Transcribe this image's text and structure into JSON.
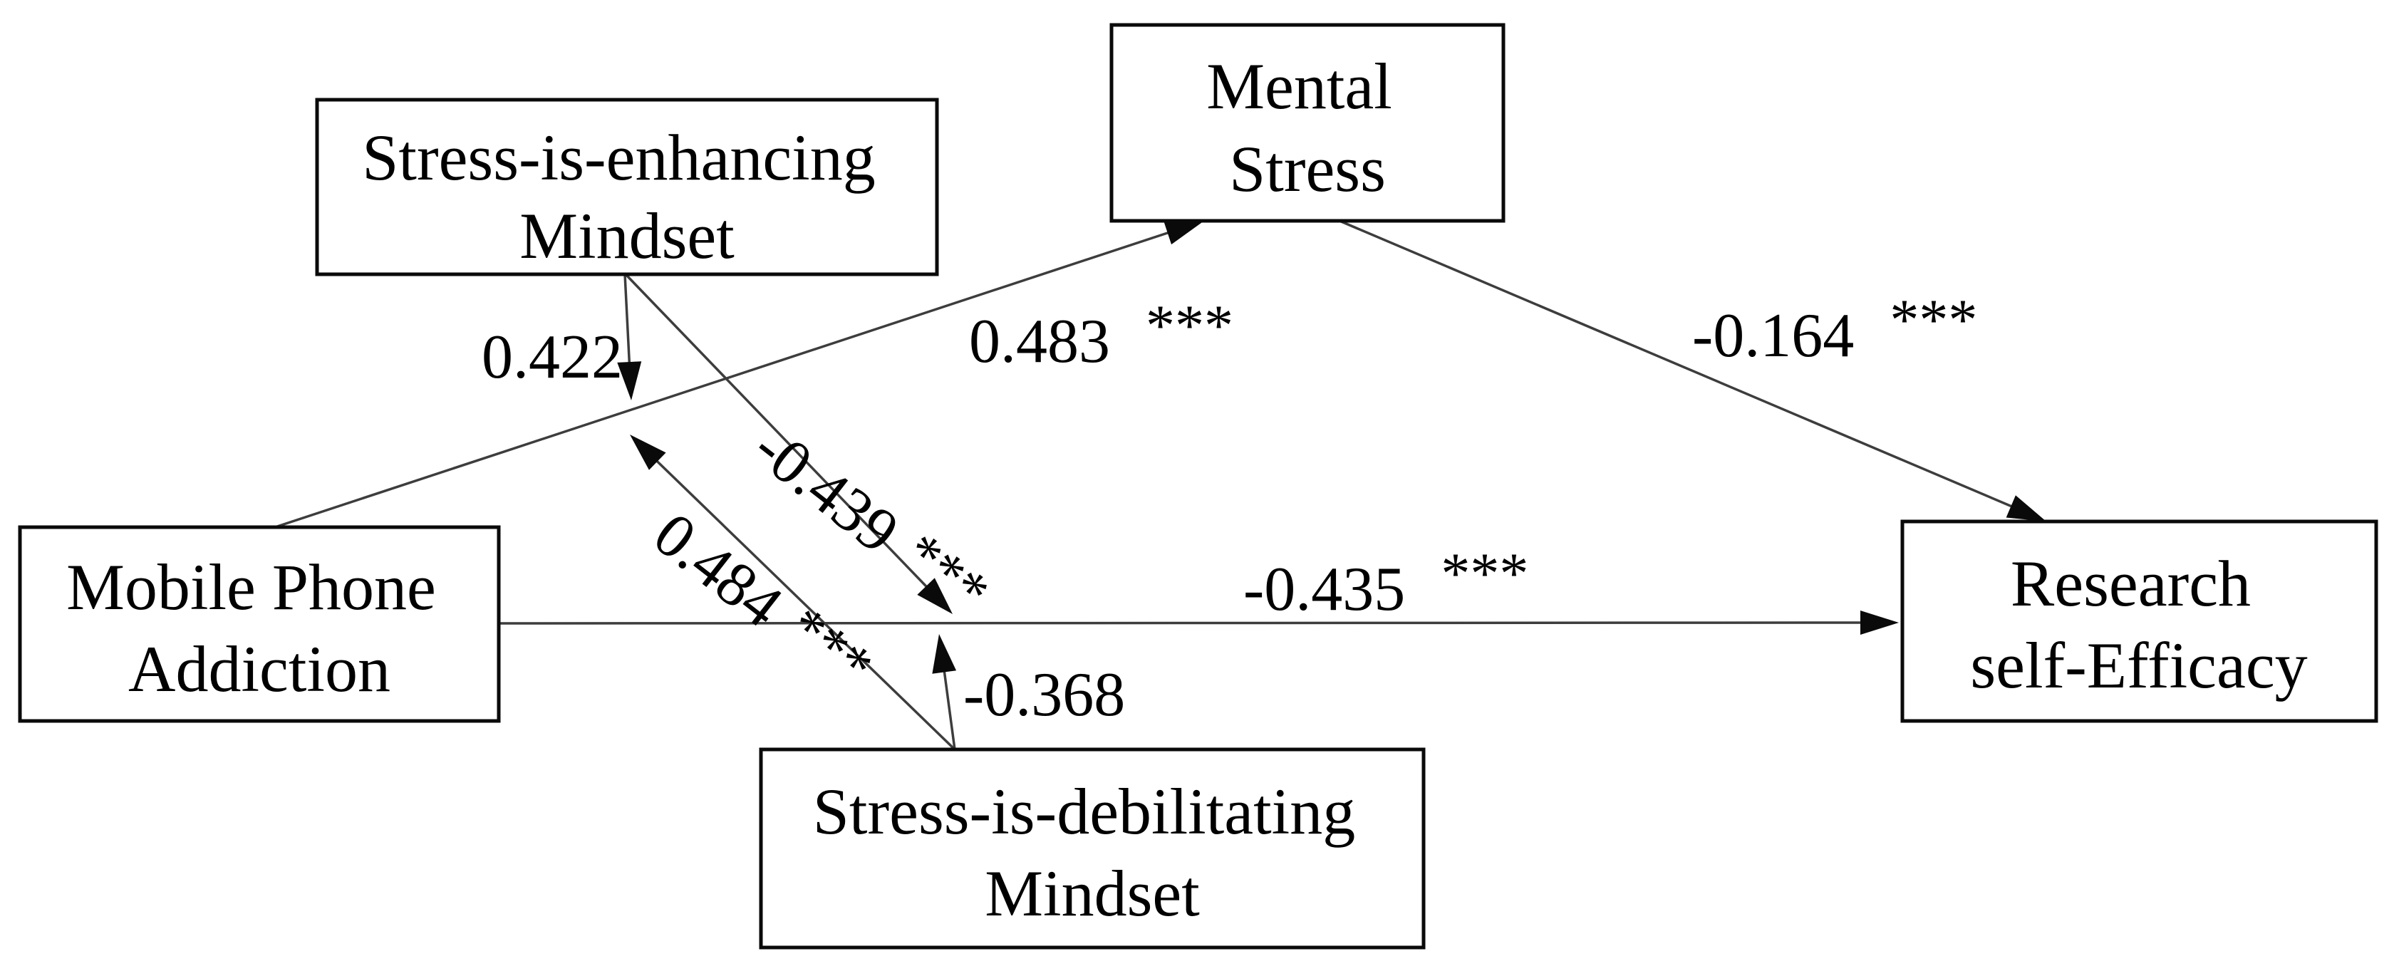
{
  "figure": {
    "type": "structural-path-diagram",
    "background_color": "#ffffff",
    "box_border_color": "#0a0a0a",
    "line_color": "#3d3d3d",
    "text_color": "#000000",
    "boxes": {
      "enhancing": {
        "line1": "Stress-is-enhancing",
        "line2": "Mindset"
      },
      "mental_stress": {
        "line1": "Mental",
        "line2": "Stress"
      },
      "mobile_phone": {
        "line1": "Mobile Phone",
        "line2": "Addiction"
      },
      "research_efficacy": {
        "line1": "Research",
        "line2": "self-Efficacy"
      },
      "debilitating": {
        "line1": "Stress-is-debilitating",
        "line2": "Mindset"
      }
    },
    "paths": {
      "mpa_to_mental_stress": {
        "from": "Mobile Phone Addiction",
        "to": "Mental Stress",
        "coef": "0.483",
        "stars": "***"
      },
      "mental_stress_to_rse": {
        "from": "Mental Stress",
        "to": "Research self-Efficacy",
        "coef": "-0.164",
        "stars": "***"
      },
      "mpa_to_rse": {
        "from": "Mobile Phone Addiction",
        "to": "Research self-Efficacy",
        "coef": "-0.435",
        "stars": "***"
      },
      "enhancing_on_mpa_stress_path": {
        "from": "Stress-is-enhancing Mindset",
        "to": "MPA to Mental Stress path",
        "coef": "0.422",
        "stars": ""
      },
      "enhancing_on_mpa_rse_path": {
        "from": "Stress-is-enhancing Mindset",
        "to": "MPA to Research self-Efficacy path",
        "coef": "-0.439",
        "stars": "***"
      },
      "debilitating_on_mpa_stress_path": {
        "from": "Stress-is-debilitating Mindset",
        "to": "MPA to Mental Stress path",
        "coef": "0.484",
        "stars": "***"
      },
      "debilitating_on_mpa_rse_path": {
        "from": "Stress-is-debilitating Mindset",
        "to": "MPA to Research self-Efficacy path",
        "coef": "-0.368",
        "stars": ""
      }
    }
  }
}
